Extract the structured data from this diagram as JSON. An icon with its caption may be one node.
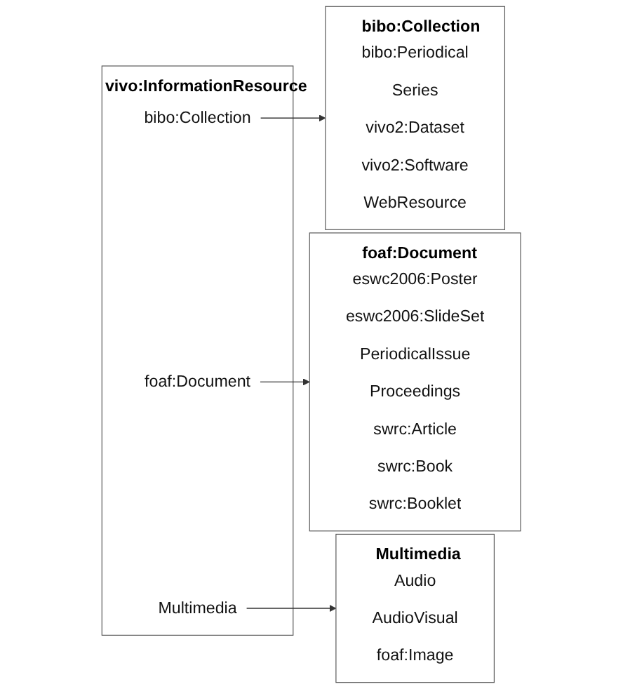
{
  "diagram": {
    "nodes": [
      {
        "text": [
          "vivo:InformationResource"
        ]
      },
      {
        "text": [
          "bibo:Collection"
        ],
        "in": 0
      },
      {
        "text": [
          "foaf:Document"
        ],
        "in": 0
      },
      {
        "text": [
          "Multimedia"
        ],
        "in": 0
      },
      {
        "text": [
          "bibo:Collection"
        ]
      },
      {
        "text": [
          "bibo:Periodical"
        ],
        "in": 4
      },
      {
        "text": [
          "Series"
        ],
        "in": 4
      },
      {
        "text": [
          "vivo2:Dataset"
        ],
        "in": 4
      },
      {
        "text": [
          "vivo2:Software"
        ],
        "in": 4
      },
      {
        "text": [
          "WebResource"
        ],
        "in": 4
      },
      {
        "text": [
          "Multimedia"
        ]
      },
      {
        "text": [
          "Audio"
        ],
        "in": 10
      },
      {
        "text": [
          "AudioVisual"
        ],
        "in": 10
      },
      {
        "text": [
          "foaf:Image"
        ],
        "in": 10
      },
      {
        "text": [
          "foaf:Document"
        ]
      },
      {
        "text": [
          "eswc2006:Poster"
        ],
        "in": 14
      },
      {
        "text": [
          "eswc2006:SlideSet"
        ],
        "in": 14
      },
      {
        "text": [
          "PeriodicalIssue"
        ],
        "in": 14
      },
      {
        "text": [
          "Proceedings"
        ],
        "in": 14
      },
      {
        "text": [
          "swrc:Article"
        ],
        "in": 14
      },
      {
        "text": [
          "swrc:Book"
        ],
        "in": 14
      },
      {
        "text": [
          "swrc:Booklet"
        ],
        "in": 14
      }
    ],
    "edges": [
      {
        "from": 1,
        "to": 4,
        "arrow": "to"
      },
      {
        "from": 2,
        "to": 14,
        "arrow": "to"
      },
      {
        "from": 3,
        "to": 10,
        "arrow": "to"
      }
    ]
  }
}
